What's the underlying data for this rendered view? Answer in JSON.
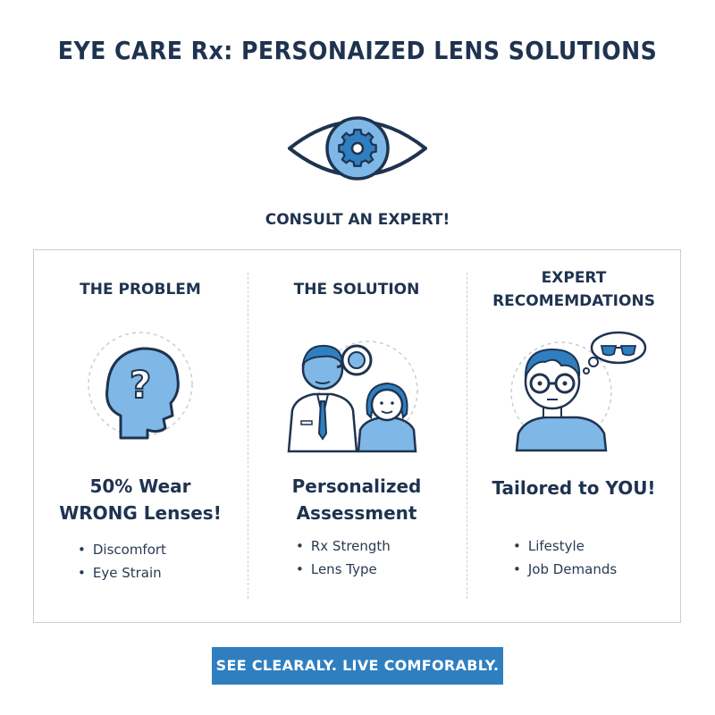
{
  "header": {
    "title": "EYE CARE Rx: PERSONAIZED LENS SOLUTIONS",
    "cta": "CONSULT AN EXPERT!"
  },
  "icons": {
    "hero": "eye-with-gear-icon",
    "problem": "head-question-mark-icon",
    "solution": "doctor-and-patient-icon",
    "recommendations": "person-thinking-glasses-icon"
  },
  "columns": [
    {
      "heading_line1": "THE PROBLEM",
      "heading_line2": "",
      "headline_line1": "50% Wear",
      "headline_line2": "WRONG Lenses!",
      "bullets": [
        "Discomfort",
        "Eye Strain"
      ]
    },
    {
      "heading_line1": "THE SOLUTION",
      "heading_line2": "",
      "headline_line1": "Personalized",
      "headline_line2": "Assessment",
      "bullets": [
        "Rx Strength",
        "Lens Type"
      ]
    },
    {
      "heading_line1": "EXPERT",
      "heading_line2": "RECOMEMDATIONS",
      "headline_line1": "Tailored to YOU!",
      "headline_line2": "",
      "bullets": [
        "Lifestyle",
        "Job Demands"
      ]
    }
  ],
  "footer": {
    "banner": "SEE CLEARALY. LIVE COMFORABLY."
  },
  "colors": {
    "navy": "#1f3350",
    "accent_blue": "#2f7fc0",
    "light_blue": "#7fb8e6",
    "border": "#c9ced6"
  }
}
